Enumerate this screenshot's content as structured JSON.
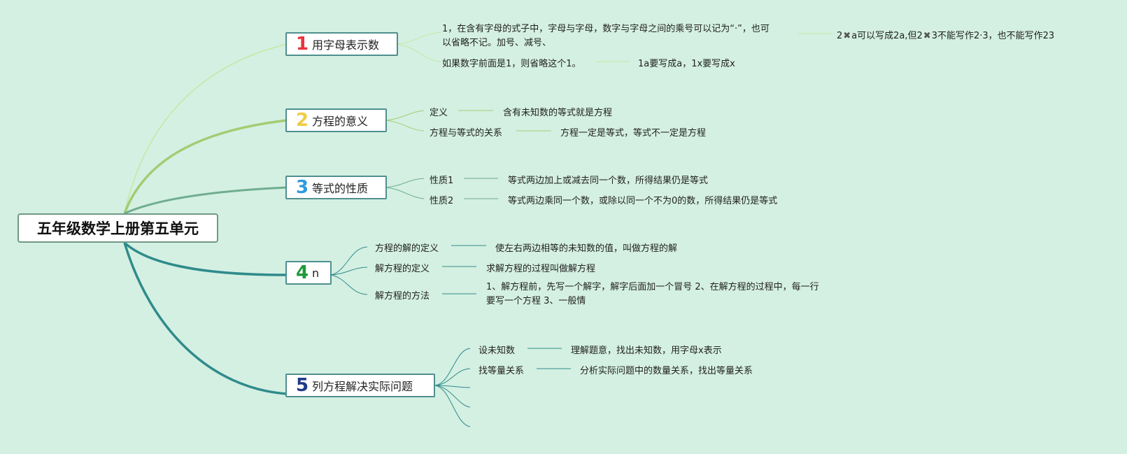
{
  "root": {
    "label": "五年级数学上册第五单元"
  },
  "branches": [
    {
      "number": "1",
      "number_color": "#e8343e",
      "label": "用字母表示数",
      "children": [
        {
          "label": "1，在含有字母的式子中，字母与字母，数字与字母之间的乘号可以记为“·”，也可以省略不记。加号、减号、",
          "leaf": {
            "a": "2",
            "b": "a可以写成2a,但2",
            "c": "3不能写作2·3，也不能写作23"
          }
        },
        {
          "label": "如果数字前面是1，则省略这个1。",
          "leaf_text": "1a要写成a，1x要写成x"
        }
      ]
    },
    {
      "number": "2",
      "number_color": "#f0cc45",
      "label": "方程的意义",
      "children": [
        {
          "label": "定义",
          "leaf_text": "含有未知数的等式就是方程"
        },
        {
          "label": "方程与等式的关系",
          "leaf_text": "方程一定是等式，等式不一定是方程"
        }
      ]
    },
    {
      "number": "3",
      "number_color": "#2d9be0",
      "label": "等式的性质",
      "children": [
        {
          "label": "性质1",
          "leaf_text": "等式两边加上或减去同一个数，所得结果仍是等式"
        },
        {
          "label": "性质2",
          "leaf_text": "等式两边乘同一个数，或除以同一个不为0的数，所得结果仍是等式"
        }
      ]
    },
    {
      "number": "4",
      "number_color": "#1f9a3a",
      "label": "n",
      "children": [
        {
          "label": "方程的解的定义",
          "leaf_text": "使左右两边相等的未知数的值，叫做方程的解"
        },
        {
          "label": "解方程的定义",
          "leaf_text": "求解方程的过程叫做解方程"
        },
        {
          "label": "解方程的方法",
          "leaf_text": "1、解方程前，先写一个解字，解字后面加一个冒号 2、在解方程的过程中，每一行要写一个方程 3、一般情"
        }
      ]
    },
    {
      "number": "5",
      "number_color": "#1f3a8a",
      "label": "列方程解决实际问题",
      "children": [
        {
          "label": "设未知数",
          "leaf_text": "理解题意，找出未知数，用字母x表示"
        },
        {
          "label": "找等量关系",
          "leaf_text": "分析实际问题中的数量关系，找出等量关系"
        }
      ]
    }
  ],
  "colors": {
    "background": "#d4f0e2",
    "branch1": "#c3e8a3",
    "branch2": "#a3cc74",
    "branch3": "#6fad90",
    "branch4": "#2f8b8b",
    "branch5": "#2f8b8b"
  }
}
